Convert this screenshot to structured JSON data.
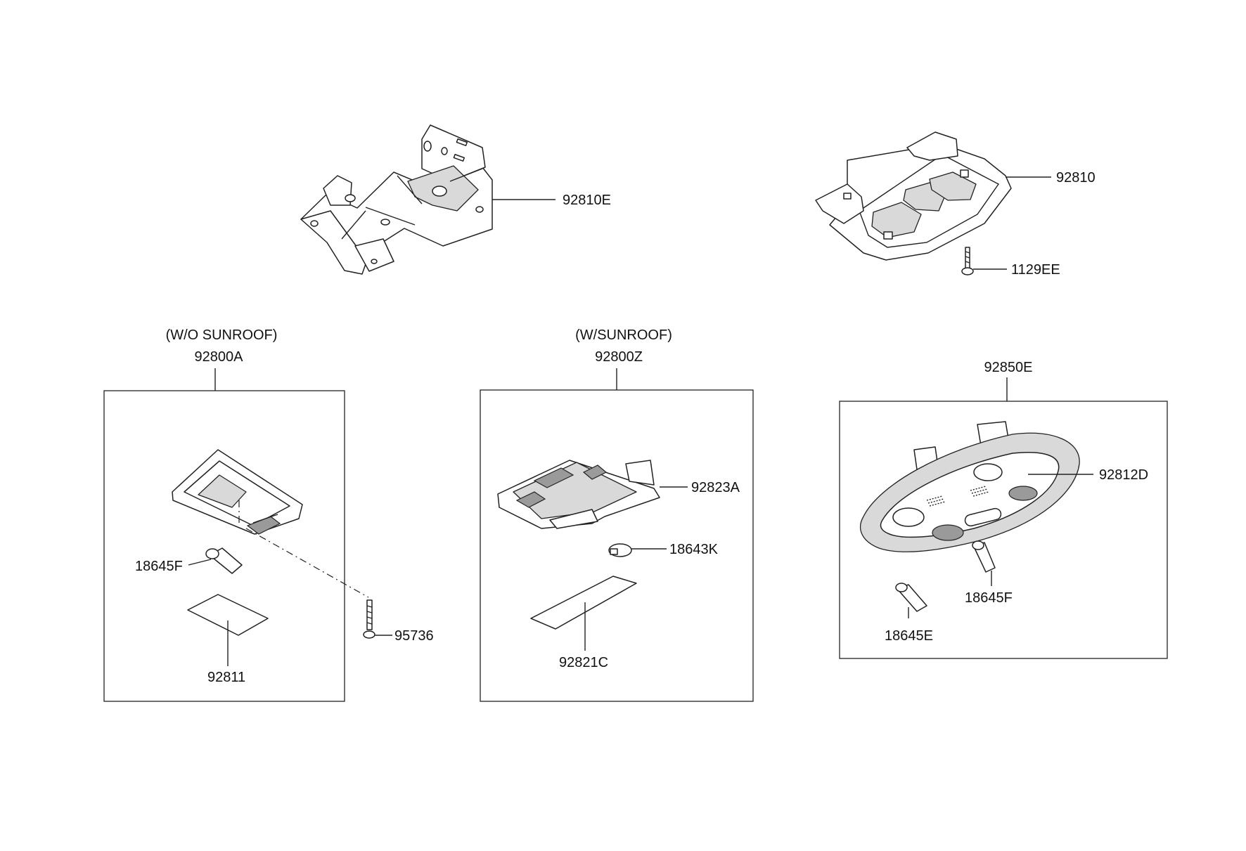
{
  "labels": {
    "bracket_front": "92810E",
    "bracket_rear": "92810",
    "screw_1129": "1129EE",
    "wo_sunroof": "(W/O SUNROOF)",
    "assy_92800A": "92800A",
    "w_sunroof": "(W/SUNROOF)",
    "assy_92800Z": "92800Z",
    "assy_92850E": "92850E",
    "bulb_18645F_left": "18645F",
    "lens_92811": "92811",
    "screw_95736": "95736",
    "housing_92823A": "92823A",
    "bulb_18643K": "18643K",
    "lens_92821C": "92821C",
    "housing_92812D": "92812D",
    "bulb_18645F_right": "18645F",
    "bulb_18645E": "18645E"
  }
}
